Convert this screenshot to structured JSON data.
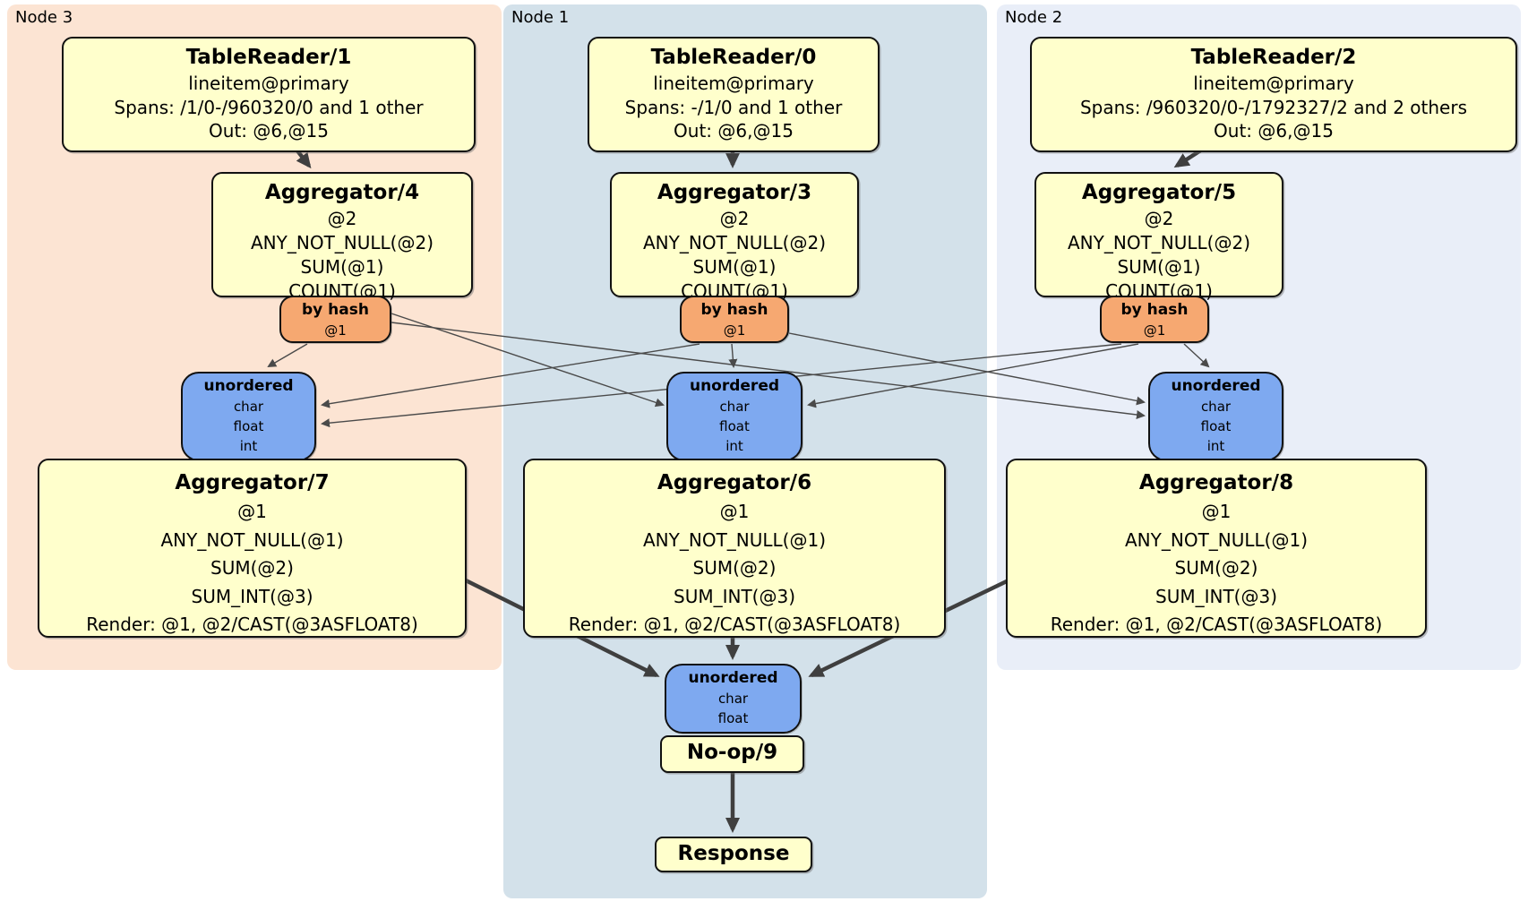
{
  "colors": {
    "panel_node3_fill": "#fce4d3",
    "panel_node1_fill": "#d3e1ea",
    "panel_node2_fill": "#e9eef8",
    "processor_fill": "#ffffcc",
    "hash_router_fill": "#f6a871",
    "sync_fill": "#7ea9f0",
    "edge_color": "#3f3f3f"
  },
  "panels": [
    {
      "label": "Node 3"
    },
    {
      "label": "Node 1"
    },
    {
      "label": "Node 2"
    }
  ],
  "node3": {
    "table_reader": {
      "title": "TableReader/1",
      "index": "lineitem@primary",
      "spans": "Spans: /1/0-/960320/0 and 1 other",
      "out": "Out: @6,@15"
    },
    "aggregator_top": {
      "title": "Aggregator/4",
      "lines": [
        "@2",
        "ANY_NOT_NULL(@2)",
        "SUM(@1)",
        "COUNT(@1)"
      ]
    },
    "router": {
      "title": "by hash",
      "key": "@1"
    },
    "sync": {
      "title": "unordered",
      "columns": [
        "char",
        "float",
        "int"
      ]
    },
    "aggregator_bottom": {
      "title": "Aggregator/7",
      "lines": [
        "@1",
        "ANY_NOT_NULL(@1)",
        "SUM(@2)",
        "SUM_INT(@3)",
        "Render: @1, @2/CAST(@3ASFLOAT8)"
      ]
    }
  },
  "node1": {
    "table_reader": {
      "title": "TableReader/0",
      "index": "lineitem@primary",
      "spans": "Spans: -/1/0 and 1 other",
      "out": "Out: @6,@15"
    },
    "aggregator_top": {
      "title": "Aggregator/3",
      "lines": [
        "@2",
        "ANY_NOT_NULL(@2)",
        "SUM(@1)",
        "COUNT(@1)"
      ]
    },
    "router": {
      "title": "by hash",
      "key": "@1"
    },
    "sync": {
      "title": "unordered",
      "columns": [
        "char",
        "float",
        "int"
      ]
    },
    "aggregator_bottom": {
      "title": "Aggregator/6",
      "lines": [
        "@1",
        "ANY_NOT_NULL(@1)",
        "SUM(@2)",
        "SUM_INT(@3)",
        "Render: @1, @2/CAST(@3ASFLOAT8)"
      ]
    }
  },
  "node2": {
    "table_reader": {
      "title": "TableReader/2",
      "index": "lineitem@primary",
      "spans": "Spans: /960320/0-/1792327/2 and 2 others",
      "out": "Out: @6,@15"
    },
    "aggregator_top": {
      "title": "Aggregator/5",
      "lines": [
        "@2",
        "ANY_NOT_NULL(@2)",
        "SUM(@1)",
        "COUNT(@1)"
      ]
    },
    "router": {
      "title": "by hash",
      "key": "@1"
    },
    "sync": {
      "title": "unordered",
      "columns": [
        "char",
        "float",
        "int"
      ]
    },
    "aggregator_bottom": {
      "title": "Aggregator/8",
      "lines": [
        "@1",
        "ANY_NOT_NULL(@1)",
        "SUM(@2)",
        "SUM_INT(@3)",
        "Render: @1, @2/CAST(@3ASFLOAT8)"
      ]
    }
  },
  "final": {
    "sync": {
      "title": "unordered",
      "columns": [
        "char",
        "float"
      ]
    },
    "noop": {
      "title": "No-op/9"
    },
    "response": {
      "title": "Response"
    }
  }
}
